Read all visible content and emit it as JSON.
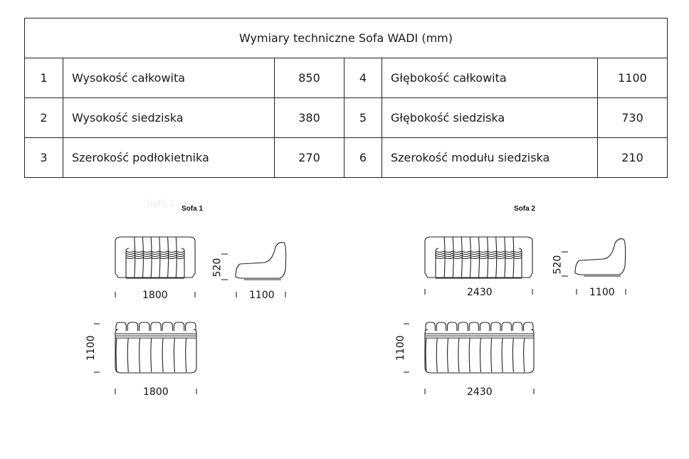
{
  "table": {
    "title": "Wymiary techniczne Sofa WADI (mm)",
    "rows": [
      {
        "n1": "1",
        "l1": "Wysokość całkowita",
        "v1": "850",
        "n2": "4",
        "l2": "Głębokość całkowita",
        "v2": "1100"
      },
      {
        "n1": "2",
        "l1": "Wysokość siedziska",
        "v1": "380",
        "n2": "5",
        "l2": "Głębokość siedziska",
        "v2": "730"
      },
      {
        "n1": "3",
        "l1": "Szerokość podłokietnika",
        "v1": "270",
        "n2": "6",
        "l2": "Szerokość modułu siedziska",
        "v2": "210"
      }
    ]
  },
  "sofa1": {
    "title": "Sofa 1",
    "ghost": "Sofa 1",
    "front_width": "1800",
    "side_height": "520",
    "side_depth": "1100",
    "top_depth": "1100",
    "top_width": "1800"
  },
  "sofa2": {
    "title": "Sofa 2",
    "front_width": "2430",
    "side_height": "520",
    "side_depth": "1100",
    "top_depth": "1100",
    "top_width": "2430"
  }
}
